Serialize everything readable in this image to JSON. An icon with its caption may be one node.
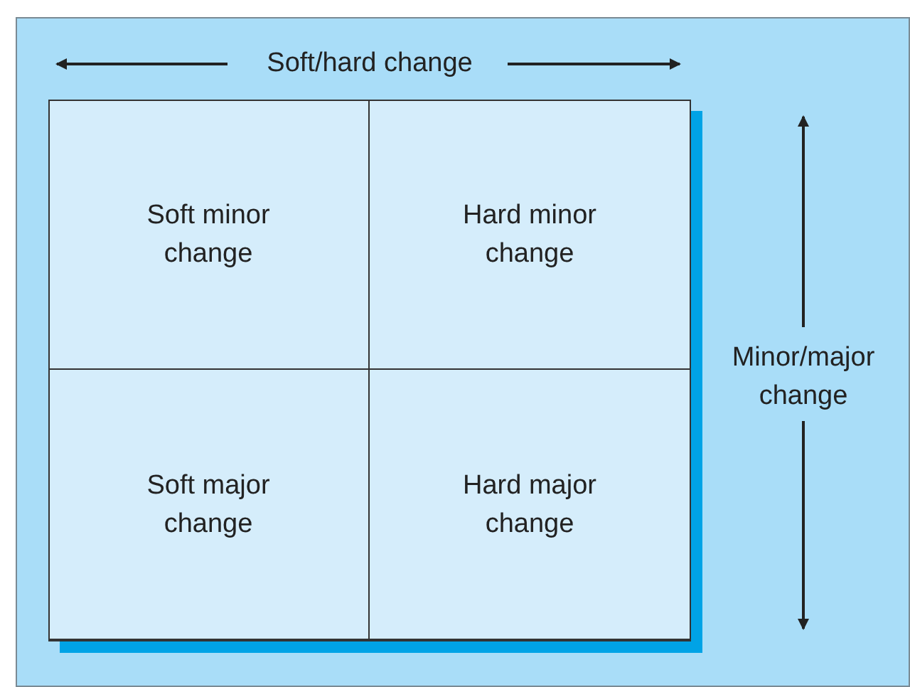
{
  "diagram": {
    "nodes": [
      {
        "text": [
          "Soft minor change"
        ]
      },
      {
        "text": [
          "Hard minor change"
        ]
      },
      {
        "text": [
          "Soft major change"
        ]
      },
      {
        "text": [
          "Hard major change"
        ]
      }
    ],
    "labels": [
      "Soft/hard change",
      "Minor/major change"
    ]
  }
}
